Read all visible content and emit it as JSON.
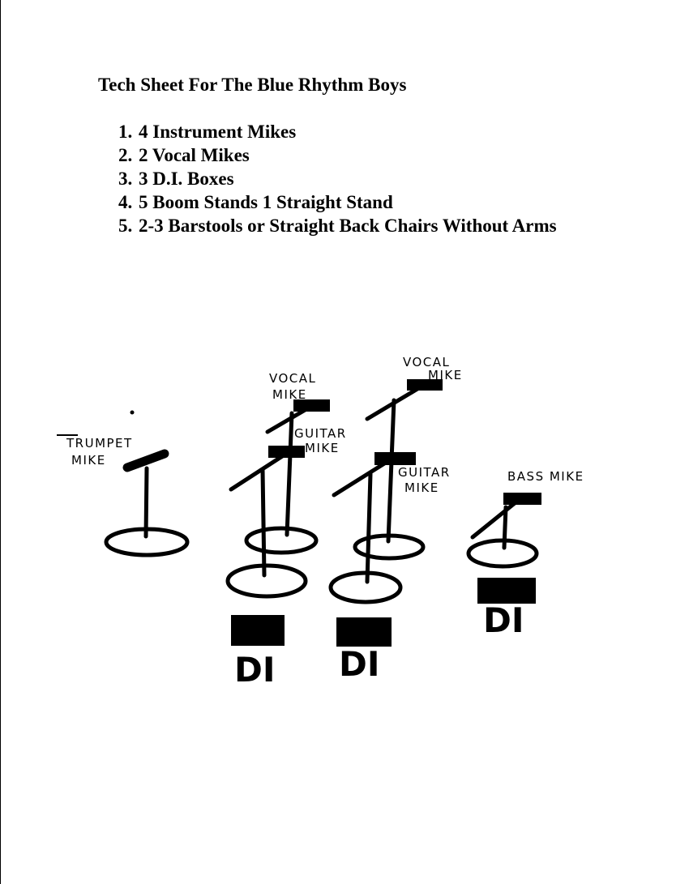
{
  "title": "Tech Sheet For The Blue Rhythm Boys",
  "items": [
    {
      "num": "1.",
      "text": "4 Instrument Mikes"
    },
    {
      "num": "2.",
      "text": "2 Vocal Mikes"
    },
    {
      "num": "3.",
      "text": "3 D.I. Boxes"
    },
    {
      "num": "4.",
      "text": "5 Boom Stands 1 Straight Stand"
    },
    {
      "num": "5.",
      "text": "2-3 Barstools or Straight Back Chairs Without Arms"
    }
  ],
  "diagram": {
    "trumpet_label_1": "TRUMPET",
    "trumpet_label_2": "MIKE",
    "vocal1_label_1": "VOCAL",
    "vocal1_label_2": "MIKE",
    "guitar1_label_1": "GUITAR",
    "guitar1_label_2": "MIKE",
    "vocal2_label_1": "VOCAL",
    "vocal2_label_2": "MIKE",
    "guitar2_label_1": "GUITAR",
    "guitar2_label_2": "MIKE",
    "bass_label": "BASS MIKE",
    "di_label": "DI"
  }
}
